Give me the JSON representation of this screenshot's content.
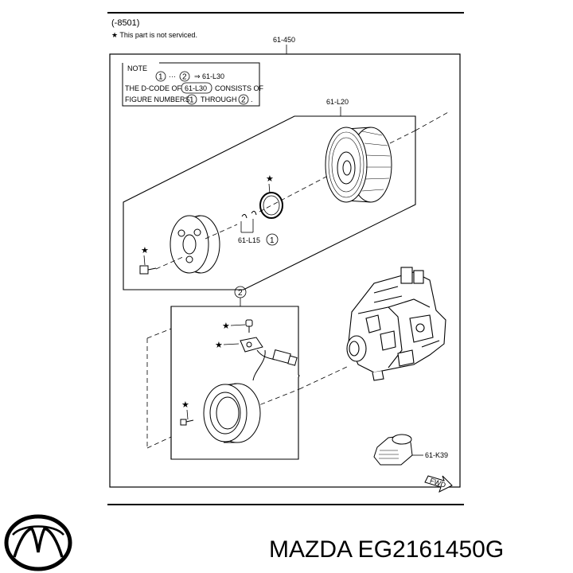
{
  "header": {
    "code": "(-8501)",
    "not_serviced": "★ This part is not serviced."
  },
  "note": {
    "title": "NOTE",
    "line1_num1": "1",
    "line1_dots": "···",
    "line1_num2": "2",
    "line1_arrow_ref": "⇒ 61-L30",
    "line2_pre": "THE D-CODE OF",
    "line2_ref": "61-L30",
    "line2_post": "CONSISTS OF",
    "line3_pre": "FIGURE NUMBERS",
    "line3_num1": "1",
    "line3_mid": "THROUGH",
    "line3_num2": "2",
    "line3_end": "."
  },
  "labels": {
    "assembly": "61-450",
    "pulley": "61-L20",
    "clutch_hub": "61-L15",
    "clutch_hub_num": "1",
    "coil_group_num": "2",
    "valve": "61-K39",
    "fwd": "FWD",
    "star": "★"
  },
  "footer": {
    "brand_part": "MAZDA EG2161450G",
    "logo": "mazda-logo-icon"
  }
}
